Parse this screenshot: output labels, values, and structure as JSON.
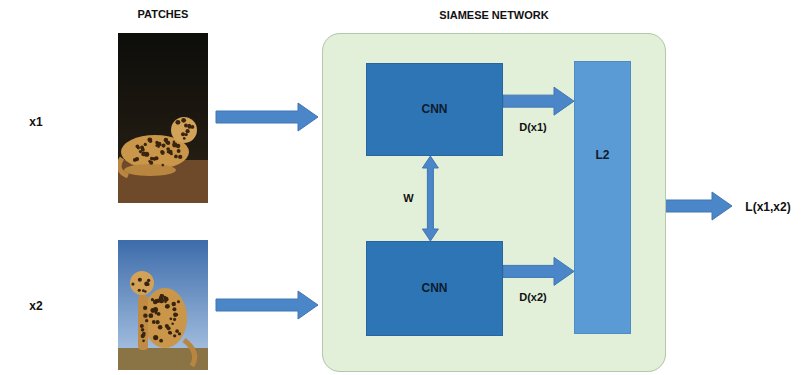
{
  "diagram": {
    "nodes": [
      {
        "text": [
          "SIAMESE NETWORK"
        ]
      },
      {
        "text": [
          "CNN"
        ],
        "in": 0
      },
      {
        "text": [
          "CNN"
        ],
        "in": 0
      },
      {
        "text": [
          "L2"
        ],
        "in": 0
      }
    ],
    "edges": [
      {
        "from": 1,
        "to": 3,
        "arrow": "to",
        "label": "D(x1)"
      },
      {
        "from": 2,
        "to": 3,
        "arrow": "to",
        "label": "D(x2)"
      },
      {
        "from": 1,
        "to": 2,
        "arrow": "both",
        "label": "W"
      }
    ],
    "labels": [
      "PATCHES",
      "x1",
      "x2",
      "L(x1,x2)"
    ]
  }
}
